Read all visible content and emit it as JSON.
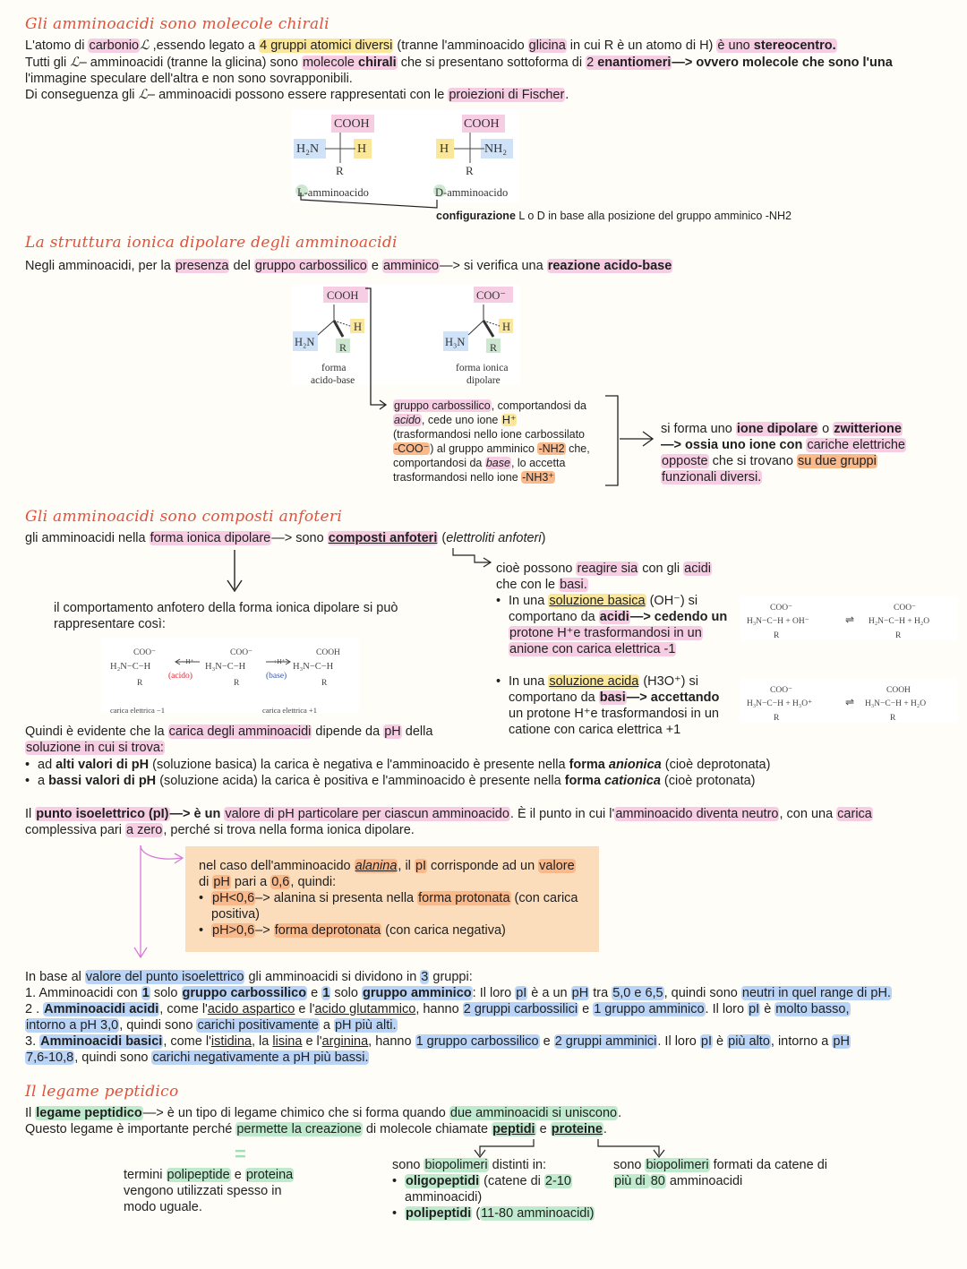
{
  "s1": {
    "title": "Gli amminoacidi sono molecole chirali",
    "l1a": "L'atomo di ",
    "l1b": "carbonio",
    "l1c": " ,essendo legato a ",
    "l1d": "4 gruppi atomici diversi",
    "l1e": " (tranne l'amminoacido ",
    "l1f": "glicina",
    "l1g": " in cui R è un atomo di H) ",
    "l1h": "è uno ",
    "l1i": "stereocentro.",
    "l2a": "Tutti gli ",
    "l2b": "– amminoacidi (tranne la glicina) sono ",
    "l2c": "molecole ",
    "l2d": "chirali",
    "l2e": " che si presentano sottoforma di ",
    "l2f": "2 ",
    "l2g": "enantiomeri",
    "l2h": "—> ovvero molecole che sono l'una",
    "l3": "l'immagine speculare dell'altra e non sono sovrapponibili.",
    "l4a": "Di conseguenza gli ",
    "l4b": "– amminoacidi possono essere rappresentati con le ",
    "l4c": "proiezioni di Fischer",
    "fig": {
      "cooh": "COOH",
      "h2n": "H₂N",
      "h": "H",
      "nh2": "NH₂",
      "r": "R",
      "lab_l": "L-amminoacido",
      "lab_d": "D-amminoacido"
    },
    "config_a": "configurazione",
    "config_b": " L o D in base alla posizione del gruppo amminico -NH2"
  },
  "s2": {
    "title": "La struttura ionica dipolare degli amminoacidi",
    "l1a": "Negli amminoacidi, per la ",
    "l1b": "presenza",
    "l1c": " del ",
    "l1d": "gruppo carbossilico",
    "l1e": " e ",
    "l1f": "amminico",
    "l1g": "—> si verifica una ",
    "l1h": "reazione acido-base",
    "fig": {
      "cooh": "COOH",
      "coo": "COO⁻",
      "h2n": "H₂N",
      "h3n": "H₃N",
      "h": "H",
      "r": "R",
      "lab1a": "forma",
      "lab1b": "acido-base",
      "lab2a": "forma ionica",
      "lab2b": "dipolare"
    },
    "box": [
      "gruppo carbossilico",
      ", comportandosi da",
      "acido",
      ", cede uno ione ",
      "H⁺",
      "(trasformandosi nello ione carbossilato",
      "-COO⁻",
      ") al gruppo amminico ",
      "-NH2",
      " che,",
      "comportandosi da ",
      "base",
      ", lo accetta",
      "trasformandosi nello ione ",
      "-NH3⁺"
    ],
    "right": [
      "si forma uno ",
      "ione dipolare",
      " o ",
      "zwitterione",
      "—> ossia uno ione con ",
      "cariche elettriche",
      "opposte",
      " che si trovano ",
      "su due gruppi",
      "funzionali diversi."
    ]
  },
  "s3": {
    "title": "Gli amminoacidi sono composti anfoteri",
    "l1a": "gli amminoacidi nella ",
    "l1b": "forma ionica dipolare",
    "l1c": "—> sono ",
    "l1d": "composti anfoteri",
    "l1e": " (",
    "l1f": "elettroliti anfoteri",
    "l1g": ")",
    "left1": "il comportamento anfotero della forma ionica dipolare si può",
    "left2": "rappresentare così:",
    "eq": {
      "coo": "COO⁻",
      "cooh": "COOH",
      "h2n": "H₂N−C−H",
      "h3n": "H₃N−C−H",
      "r": "R",
      "mh": "−H⁺",
      "acido": "(acido)",
      "ph": "+H⁺",
      "base": "(base)",
      "q1": "carica elettrica −1",
      "q2": "carica elettrica +1"
    },
    "r1a": "cioè possono ",
    "r1b": "reagire sia",
    "r1c": " con gli ",
    "r1d": "acidi",
    "r2a": "che con le ",
    "r2b": "basi.",
    "b1": [
      "In una ",
      "soluzione basica",
      " (OH⁻) si",
      "comportano da ",
      "acidi",
      "—> cedendo un",
      "protone H⁺e trasformandosi in un",
      "anione con carica elettrica -1"
    ],
    "b2": [
      "In una ",
      "soluzione acida",
      " (H3O⁺) si",
      "comportano da ",
      "basi",
      "—> accettando",
      "un protone H⁺e trasformandosi in un",
      "catione con carica elettrica +1"
    ],
    "eqb": {
      "coo": "COO⁻",
      "left": "H₃N−C−H  +  OH⁻",
      "arrow": "⇌",
      "right": "H₂N−C−H  +  H₂O",
      "r": "R"
    },
    "eqa": {
      "coo": "COO⁻",
      "cooh": "COOH",
      "left": "H₃N−C−H  +  H₃O⁺",
      "arrow": "⇌",
      "right": "H₃N−C−H  +  H₂O",
      "r": "R"
    },
    "q1a": "Quindi è evidente che la ",
    "q1b": "carica degli amminoacidi",
    "q1c": " dipende da ",
    "q1d": "pH",
    "q1e": " della",
    "q2": "soluzione in cui si trova:",
    "p1": [
      "ad ",
      "alti valori di pH",
      " (soluzione basica) la carica è negativa e l'amminoacido è presente nella ",
      "forma ",
      "anionica",
      " (cioè deprotonata)"
    ],
    "p2": [
      "a ",
      "bassi valori di pH",
      " (soluzione acida) la carica è positiva e l'amminoacido è presente nella ",
      "forma ",
      "cationica",
      " (cioè protonata)"
    ],
    "pi1": [
      "Il ",
      "punto isoelettrico (pI)",
      "—> è un ",
      "valore di pH particolare per ciascun amminoacido",
      ". È il punto in cui l'",
      "amminoacido diventa neutro",
      ", con una ",
      "carica"
    ],
    "pi2": [
      "complessiva pari ",
      "a zero",
      ", perché si trova nella forma ionica dipolare."
    ],
    "ob1": [
      "nel caso dell'amminoacido ",
      "alanina",
      ", il ",
      "pI",
      " corrisponde ad un ",
      "valore"
    ],
    "ob2": [
      "di ",
      "pH",
      " pari a ",
      "0,6",
      ", quindi:"
    ],
    "ob3": [
      "pH<0,6",
      "–> alanina si presenta nella ",
      "forma protonata",
      " (con carica"
    ],
    "ob3b": "positiva)",
    "ob4": [
      "pH>0,6",
      "–> ",
      "forma deprotonata",
      " (con carica negativa)"
    ],
    "g0": [
      "In base al ",
      "valore del punto isoelettrico",
      " gli amminoacidi si dividono in ",
      "3",
      " gruppi:"
    ],
    "g1": [
      "1.  Amminoacidi con ",
      "1",
      " solo ",
      "gruppo carbossilico",
      " e ",
      "1",
      " solo ",
      "gruppo amminico",
      ": Il loro ",
      "pI",
      " è a un ",
      "pH",
      " tra ",
      "5,0 e 6,5",
      ", quindi sono ",
      "neutri in quel range di pH."
    ],
    "g2": [
      "2 .  ",
      "Amminoacidi acidi",
      ", come l'",
      "acido aspartico",
      " e l'",
      "acido glutammico",
      ", hanno ",
      "2 gruppi carbossilici",
      " e ",
      "1 gruppo amminico",
      ". Il loro ",
      "pI",
      " è ",
      "molto basso,"
    ],
    "g2b": [
      "intorno a pH 3,0",
      ", quindi sono ",
      "carichi positivamente",
      " a ",
      "pH più alti."
    ],
    "g3": [
      "3.  ",
      "Amminoacidi basici",
      ", come l'",
      "istidina",
      ", la ",
      "lisina",
      " e l'",
      "arginina",
      ", hanno ",
      "1 gruppo carbossilico",
      " e ",
      "2 gruppi amminici",
      ". Il loro ",
      "pI",
      " è ",
      "più alto",
      ", intorno a ",
      "pH"
    ],
    "g3b": [
      "7,6-10,8",
      ", quindi sono ",
      "carichi negativamente a pH più bassi."
    ]
  },
  "s4": {
    "title": "Il legame peptidico",
    "l1": [
      "Il ",
      "legame peptidico",
      "—> è un tipo di legame chimico che si forma quando ",
      "due amminoacidi si uniscono",
      "."
    ],
    "l2": [
      "Questo legame è importante perché ",
      "permette la creazione",
      " di molecole chiamate ",
      "peptidi",
      " e ",
      "proteine",
      "."
    ],
    "eq": "=",
    "c1a": [
      "termini ",
      "polipeptide",
      " e ",
      "proteina"
    ],
    "c1b": "vengono utilizzati spesso in",
    "c1c": "modo uguale.",
    "c2a": [
      "sono ",
      "biopolimeri",
      " distinti in:"
    ],
    "c2b": [
      "oligopeptidi",
      " (catene di ",
      "2-10"
    ],
    "c2b2": "amminoacidi)",
    "c2c": [
      "polipeptidi",
      " (",
      "11-80 amminoacidi)"
    ],
    "c3a": [
      "sono ",
      "biopolimeri",
      " formati da catene di"
    ],
    "c3b": [
      "più di ",
      "80",
      " amminoacidi"
    ]
  },
  "alpha": "ℒ",
  "colors": {
    "title": "#e4503a",
    "pink": "#f6cde3",
    "blue": "#b9d4f7",
    "green": "#bfeacd",
    "yellow": "#fbe79a",
    "orange": "#f9b98b",
    "orange_box": "#fbdcbb"
  }
}
